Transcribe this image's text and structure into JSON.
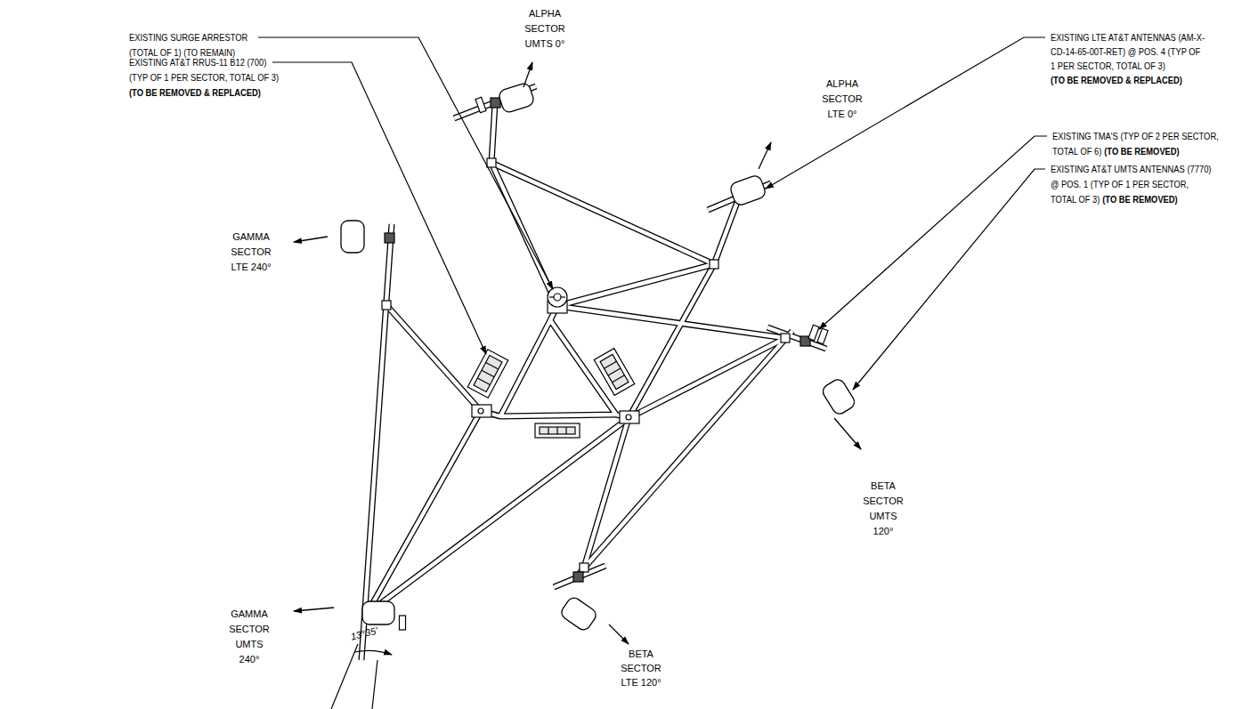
{
  "diagram": {
    "labels": [
      "ALPHA SECTOR UMTS 0°",
      "EXISTING SURGE ARRESTOR (TOTAL OF 1) (TO REMAIN)",
      "ALPHA SECTOR LTE 0°",
      "EXISTING LTE AT&T ANTENNAS (AM-X-CD-14-65-00T-RET) @ POS. 4 (TYP OF 1 PER SECTOR, TOTAL OF 3)",
      "(TO BE REMOVED & REPLACED)",
      "EXISTING AT&T RRUS-11 B12 (700) (TYP OF 1 PER SECTOR, TOTAL OF 3)",
      "(TO BE REMOVED & REPLACED)",
      "GAMMA SECTOR LTE 240°",
      "EXISTING TMA'S (TYP OF 2 PER SECTOR, TOTAL OF 6)",
      "(TO BE REMOVED)",
      "EXISTING AT&T UMTS ANTENNAS (7770) @ POS. 1 (TYP OF 1 PER SECTOR, TOTAL OF 3)",
      "(TO BE REMOVED)",
      "BETA SECTOR UMTS 120°",
      "GAMMA SECTOR UMTS 240°",
      "BETA SECTOR LTE 120°",
      "13°35'"
    ]
  }
}
